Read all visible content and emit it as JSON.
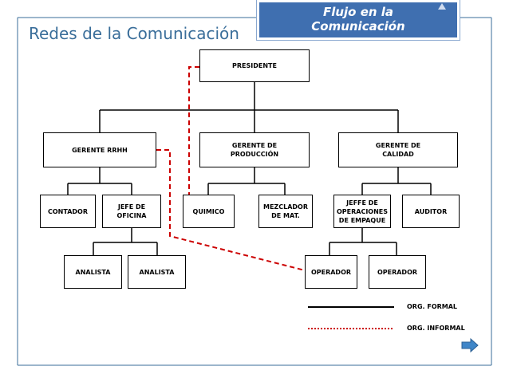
{
  "header": {
    "title": "Redes de la Comunicación",
    "banner_line1": "Flujo en la",
    "banner_line2": "Comunicación"
  },
  "org_chart": {
    "presidente": "PRESIDENTE",
    "gerente_rrhh": "GERENTE RRHH",
    "gerente_produccion": "GERENTE DE\nPRODUCCIÓN",
    "gerente_calidad": "GERENTE DE\nCALIDAD",
    "contador": "CONTADOR",
    "jefe_oficina": "JEFE DE\nOFICINA",
    "quimico": "QUIMICO",
    "mezclador": "MEZCLADOR\nDE MAT.",
    "jefe_operaciones": "JEFFE DE\nOPERACIONES\nDE EMPAQUE",
    "auditor": "AUDITOR",
    "analista_1": "ANALISTA",
    "analista_2": "ANALISTA",
    "operador_1": "OPERADOR",
    "operador_2": "OPERADOR"
  },
  "legend": {
    "formal": "ORG. FORMAL",
    "informal": "ORG. INFORMAL",
    "formal_color": "#000000",
    "informal_color": "#cc0000"
  },
  "colors": {
    "frame": "#3a6e9a",
    "title": "#3a6e9a",
    "banner_bg": "#3f6fb0",
    "arrow": "#3f86c8"
  },
  "icons": {
    "banner_scroll": "triangle-up-icon",
    "next": "arrow-right-icon"
  }
}
